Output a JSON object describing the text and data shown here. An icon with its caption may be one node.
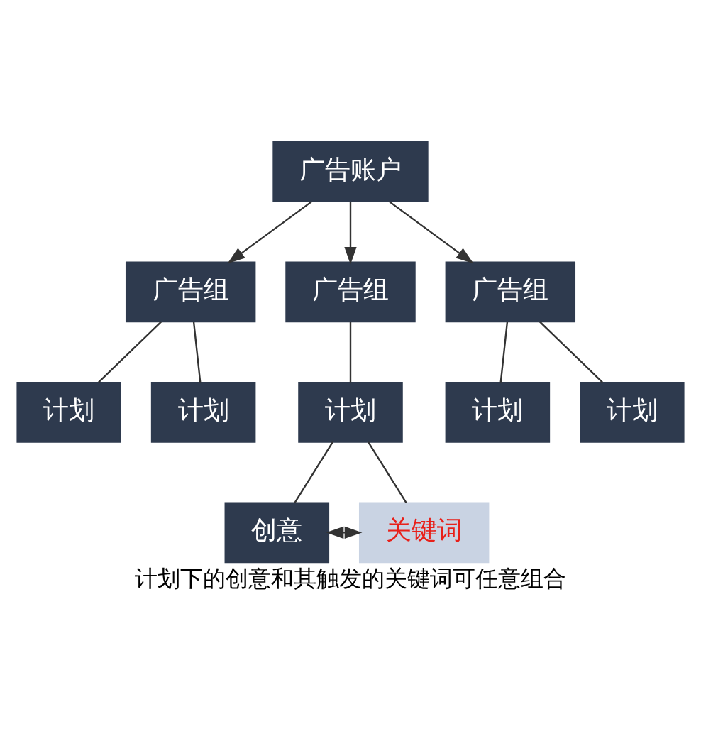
{
  "diagram": {
    "caption": "计划下的创意和其触发的关键词可任意组合",
    "nodes": [
      {
        "text": [
          "广告账户"
        ]
      },
      {
        "text": [
          "广告组"
        ]
      },
      {
        "text": [
          "广告组"
        ]
      },
      {
        "text": [
          "广告组"
        ]
      },
      {
        "text": [
          "计划"
        ]
      },
      {
        "text": [
          "计划"
        ]
      },
      {
        "text": [
          "计划"
        ]
      },
      {
        "text": [
          "计划"
        ]
      },
      {
        "text": [
          "计划"
        ]
      },
      {
        "text": [
          "创意"
        ]
      },
      {
        "text": [
          "关键词"
        ]
      }
    ],
    "edges": [
      {
        "from": 0,
        "to": 1,
        "arrow": "to"
      },
      {
        "from": 0,
        "to": 2,
        "arrow": "to"
      },
      {
        "from": 0,
        "to": 3,
        "arrow": "to"
      },
      {
        "from": 1,
        "to": 4,
        "arrow": "none"
      },
      {
        "from": 1,
        "to": 5,
        "arrow": "none"
      },
      {
        "from": 2,
        "to": 6,
        "arrow": "none"
      },
      {
        "from": 3,
        "to": 7,
        "arrow": "none"
      },
      {
        "from": 3,
        "to": 8,
        "arrow": "none"
      },
      {
        "from": 6,
        "to": 9,
        "arrow": "none"
      },
      {
        "from": 6,
        "to": 10,
        "arrow": "none"
      },
      {
        "from": 9,
        "to": 10,
        "arrow": "both"
      }
    ]
  }
}
